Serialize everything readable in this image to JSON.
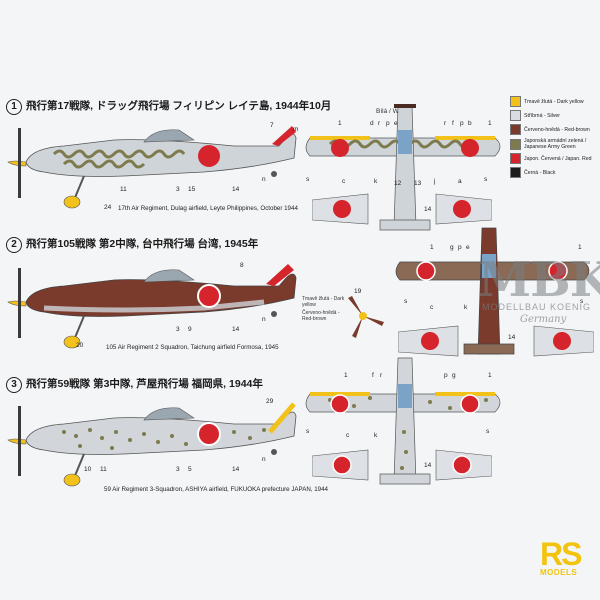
{
  "profiles": [
    {
      "number": "1",
      "title": "飛行第17戦隊, ドラッグ飛行場 フィリピン レイテ島, 1944年10月",
      "caption": "17th Air Regiment, Dulag airfield, Leyte Philippines, October 1944",
      "callouts": [
        "7",
        "m",
        "24",
        "11",
        "3",
        "15",
        "14",
        "n"
      ]
    },
    {
      "number": "2",
      "title": "飛行第105戦隊 第2中隊, 台中飛行場 台湾, 1945年",
      "caption": "105 Air Regiment 2 Squadron, Taichung airfield Formosa, 1945",
      "callouts": [
        "8",
        "20",
        "3",
        "9",
        "14",
        "n"
      ]
    },
    {
      "number": "3",
      "title": "飛行第59戦隊 第3中隊, 芦屋飛行場 福岡県, 1944年",
      "caption": "59 Air Regiment 3-Squadron, ASHIYA airfield, FUKUOKA prefecture JAPAN, 1944",
      "callouts": [
        "29",
        "10",
        "11",
        "3",
        "5",
        "14",
        "n"
      ]
    }
  ],
  "topviews": [
    {
      "label": "Bílá / White",
      "upper_callouts": [
        "1",
        "d",
        "r",
        "p",
        "e",
        "r",
        "f",
        "p",
        "b",
        "1"
      ],
      "lower_callouts": [
        "s",
        "c",
        "k",
        "12",
        "13",
        "j",
        "a",
        "s"
      ],
      "under_callouts": [
        "14"
      ]
    },
    {
      "upper_callouts": [
        "1",
        "g",
        "p",
        "e",
        "1"
      ],
      "lower_callouts": [
        "s",
        "c",
        "k",
        "s"
      ],
      "under_callouts": [
        "14"
      ]
    },
    {
      "upper_callouts": [
        "1",
        "f",
        "r",
        "p",
        "g",
        "1"
      ],
      "lower_callouts": [
        "s",
        "c",
        "k",
        "s"
      ],
      "under_callouts": [
        "14"
      ]
    }
  ],
  "propeller": {
    "number": "19",
    "label_1": "Tmavě žlutá - Dark yellow",
    "label_2": "Červeno-hnědá - Red-brown"
  },
  "legend": [
    {
      "label": "Tmavě žlutá - Dark yellow",
      "color": "#f3c21a"
    },
    {
      "label": "Stříbrná - Silver",
      "color": "#d9dde2"
    },
    {
      "label": "Červeno-hnědá - Red-brown",
      "color": "#7a3a2c"
    },
    {
      "label": "Japonská armádní zelená / Japanese Army Green",
      "color": "#7d7a4e"
    },
    {
      "label": "Japon. Červená / Japan. Red",
      "color": "#d6242c"
    },
    {
      "label": "Černá - Black",
      "color": "#1c1c1c"
    }
  ],
  "watermark": {
    "main": "MBK",
    "sub": "MODELLBAU KOENIG",
    "country": "Germany"
  },
  "brand": {
    "main": "RS",
    "sub": "MODELS"
  }
}
